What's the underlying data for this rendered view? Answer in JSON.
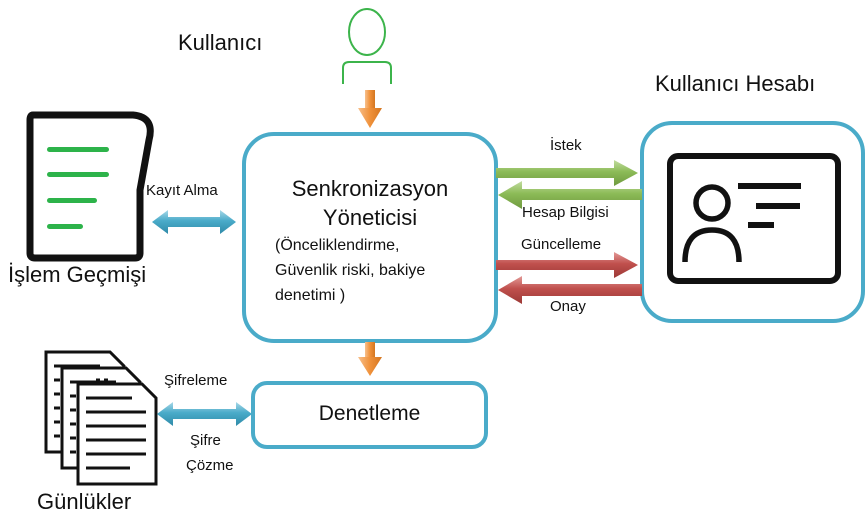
{
  "labels": {
    "user": "Kullanıcı",
    "user_account": "Kullanıcı Hesabı",
    "transaction_history": "İşlem Geçmişi",
    "logs": "Günlükler"
  },
  "sync_manager": {
    "title_line1": "Senkronizasyon",
    "title_line2": "Yöneticisi",
    "detail_line1": "(Önceliklendirme,",
    "detail_line2": "Güvenlik riski, bakiye",
    "detail_line3": "denetimi )"
  },
  "audit_box": {
    "label": "Denetleme"
  },
  "arrows": {
    "record": "Kayıt Alma",
    "request": "İstek",
    "account_info": "Hesap Bilgisi",
    "update": "Güncelleme",
    "confirm": "Onay",
    "encrypt": "Şifreleme",
    "decrypt_line1": "Şifre",
    "decrypt_line2": "Çözme"
  },
  "colors": {
    "box_border": "#4aabc9",
    "user_icon": "#3cb44b",
    "arrow_orange": "#f0913a",
    "arrow_green": "#8cbb57",
    "arrow_red": "#c0504d",
    "arrow_blue": "#4aabc9",
    "doc_lines": "#2db34a"
  }
}
